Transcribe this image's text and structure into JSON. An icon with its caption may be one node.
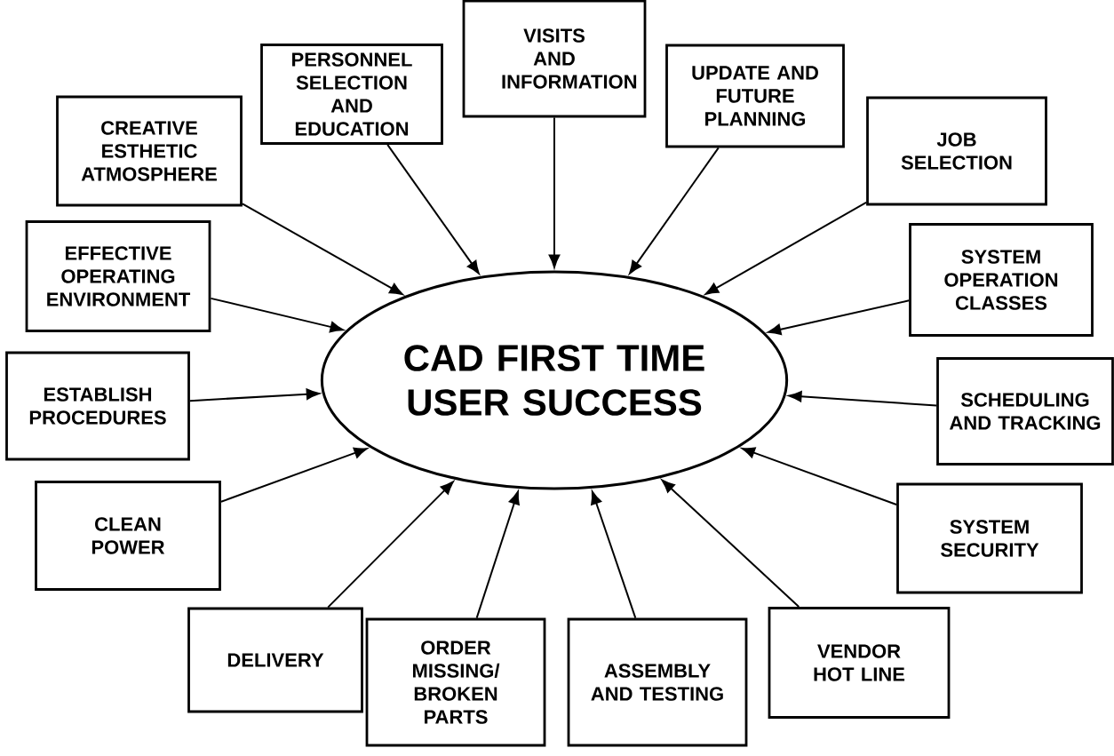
{
  "diagram": {
    "nodes": [
      {
        "text": [
          "CAD FIRST TIME USER SUCCESS"
        ]
      },
      {
        "text": [
          "CREATIVE ESTHETIC ATMOSPHERE"
        ]
      },
      {
        "text": [
          "PERSONNEL SELECTION AND EDUCATION"
        ]
      },
      {
        "text": [
          "VISITS AND INFORMATION"
        ]
      },
      {
        "text": [
          "UPDATE AND FUTURE PLANNING"
        ]
      },
      {
        "text": [
          "JOB SELECTION"
        ]
      },
      {
        "text": [
          "EFFECTIVE OPERATING ENVIRONMENT"
        ]
      },
      {
        "text": [
          "SYSTEM OPERATION CLASSES"
        ]
      },
      {
        "text": [
          "ESTABLISH PROCEDURES"
        ]
      },
      {
        "text": [
          "SCHEDULING AND TRACKING"
        ]
      },
      {
        "text": [
          "CLEAN POWER"
        ]
      },
      {
        "text": [
          "SYSTEM SECURITY"
        ]
      },
      {
        "text": [
          "DELIVERY"
        ]
      },
      {
        "text": [
          "ORDER MISSING/ BROKEN PARTS"
        ]
      },
      {
        "text": [
          "ASSEMBLY AND TESTING"
        ]
      },
      {
        "text": [
          "VENDOR HOT LINE"
        ]
      }
    ],
    "edges": [
      {
        "from": 1,
        "to": 0,
        "arrow": "to"
      },
      {
        "from": 2,
        "to": 0,
        "arrow": "to"
      },
      {
        "from": 3,
        "to": 0,
        "arrow": "to"
      },
      {
        "from": 4,
        "to": 0,
        "arrow": "to"
      },
      {
        "from": 5,
        "to": 0,
        "arrow": "to"
      },
      {
        "from": 6,
        "to": 0,
        "arrow": "to"
      },
      {
        "from": 7,
        "to": 0,
        "arrow": "to"
      },
      {
        "from": 8,
        "to": 0,
        "arrow": "to"
      },
      {
        "from": 9,
        "to": 0,
        "arrow": "to"
      },
      {
        "from": 10,
        "to": 0,
        "arrow": "to"
      },
      {
        "from": 11,
        "to": 0,
        "arrow": "to"
      },
      {
        "from": 12,
        "to": 0,
        "arrow": "to"
      },
      {
        "from": 13,
        "to": 0,
        "arrow": "to"
      },
      {
        "from": 14,
        "to": 0,
        "arrow": "to"
      },
      {
        "from": 15,
        "to": 0,
        "arrow": "to"
      }
    ]
  }
}
